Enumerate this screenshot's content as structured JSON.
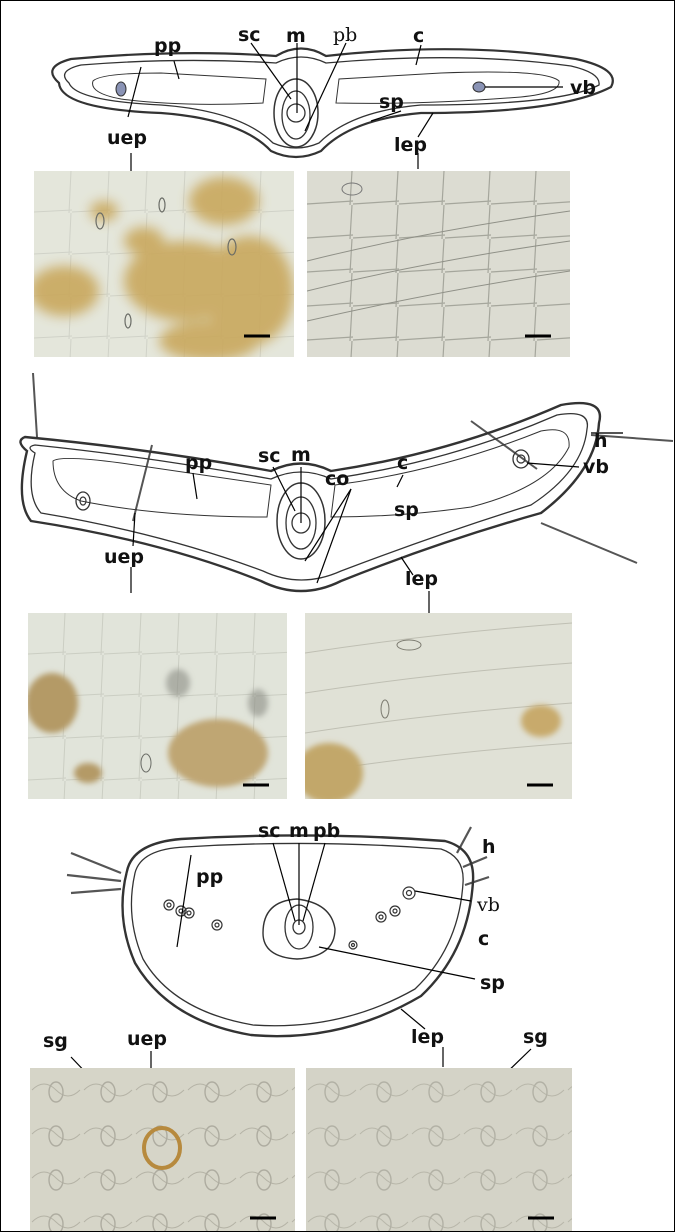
{
  "panels": [
    {
      "labels": {
        "pp": "pp",
        "sc": "sc",
        "m": "m",
        "pb": "pb",
        "c": "c",
        "vb": "vb",
        "sp": "sp",
        "uep": "uep",
        "lep": "lep"
      },
      "micrographs": [
        "upper-epidermis",
        "lower-epidermis"
      ]
    },
    {
      "labels": {
        "pp": "pp",
        "sc": "sc",
        "m": "m",
        "co": "co",
        "c": "c",
        "h": "h",
        "vb": "vb",
        "sp": "sp",
        "uep": "uep",
        "lep": "lep"
      },
      "micrographs": [
        "upper-epidermis",
        "lower-epidermis"
      ]
    },
    {
      "labels": {
        "sc": "sc",
        "m": "m",
        "pb": "pb",
        "h": "h",
        "pp": "pp",
        "vb": "vb",
        "c": "c",
        "sp": "sp",
        "uep": "uep",
        "lep": "lep",
        "sg_left": "sg",
        "sg_right": "sg"
      },
      "micrographs": [
        "upper-epidermis",
        "lower-epidermis"
      ]
    }
  ],
  "colors": {
    "micrograph_plain": "#e3e5db",
    "micrograph_cells": "#d8d9cf",
    "micrograph_stain": "#c9a55a",
    "line": "#000000"
  }
}
